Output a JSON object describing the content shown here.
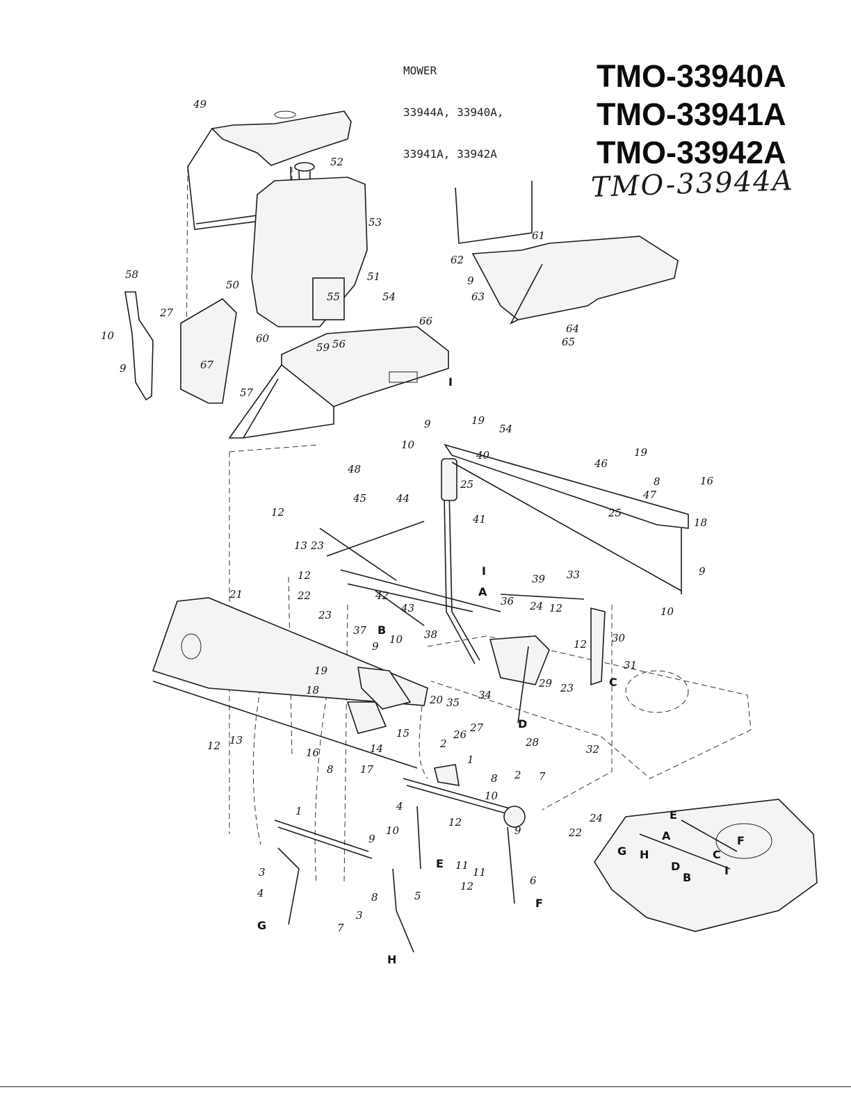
{
  "header": {
    "product": "MOWER",
    "model_lines": [
      "33944A, 33940A,",
      "33941A, 33942A"
    ]
  },
  "model_numbers": [
    "TMO-33940A",
    "TMO-33941A",
    "TMO-33942A"
  ],
  "handwritten_model": "TMO-33944A",
  "callouts": [
    {
      "id": "c49",
      "text": "49"
    },
    {
      "id": "c52",
      "text": "52"
    },
    {
      "id": "c53",
      "text": "53"
    },
    {
      "id": "c58",
      "text": "58"
    },
    {
      "id": "c50",
      "text": "50"
    },
    {
      "id": "c27a",
      "text": "27"
    },
    {
      "id": "c10a",
      "text": "10"
    },
    {
      "id": "c9a",
      "text": "9"
    },
    {
      "id": "c67",
      "text": "67"
    },
    {
      "id": "c51",
      "text": "51"
    },
    {
      "id": "c55",
      "text": "55"
    },
    {
      "id": "c54a",
      "text": "54"
    },
    {
      "id": "c66",
      "text": "66"
    },
    {
      "id": "c60",
      "text": "60"
    },
    {
      "id": "c59",
      "text": "59"
    },
    {
      "id": "c56",
      "text": "56"
    },
    {
      "id": "c57",
      "text": "57"
    },
    {
      "id": "c61",
      "text": "61"
    },
    {
      "id": "c62",
      "text": "62"
    },
    {
      "id": "c9b",
      "text": "9"
    },
    {
      "id": "c63",
      "text": "63"
    },
    {
      "id": "c64",
      "text": "64"
    },
    {
      "id": "c65",
      "text": "65"
    },
    {
      "id": "c19a",
      "text": "19"
    },
    {
      "id": "c54b",
      "text": "54"
    },
    {
      "id": "c9c",
      "text": "9"
    },
    {
      "id": "c10b",
      "text": "10"
    },
    {
      "id": "c25a",
      "text": "25"
    },
    {
      "id": "c40",
      "text": "40"
    },
    {
      "id": "c46",
      "text": "46"
    },
    {
      "id": "c19b",
      "text": "19"
    },
    {
      "id": "c8a",
      "text": "8"
    },
    {
      "id": "c16a",
      "text": "16"
    },
    {
      "id": "c47",
      "text": "47"
    },
    {
      "id": "c25b",
      "text": "25"
    },
    {
      "id": "c18a",
      "text": "18"
    },
    {
      "id": "c9d",
      "text": "9"
    },
    {
      "id": "c10c",
      "text": "10"
    },
    {
      "id": "c48",
      "text": "48"
    },
    {
      "id": "c45",
      "text": "45"
    },
    {
      "id": "c44",
      "text": "44"
    },
    {
      "id": "c12a",
      "text": "12"
    },
    {
      "id": "c41",
      "text": "41"
    },
    {
      "id": "c13a",
      "text": "13"
    },
    {
      "id": "c23a",
      "text": "23"
    },
    {
      "id": "c12b",
      "text": "12"
    },
    {
      "id": "c42",
      "text": "42"
    },
    {
      "id": "c22a",
      "text": "22"
    },
    {
      "id": "c23b",
      "text": "23"
    },
    {
      "id": "c43",
      "text": "43"
    },
    {
      "id": "c39",
      "text": "39"
    },
    {
      "id": "c33",
      "text": "33"
    },
    {
      "id": "c36",
      "text": "36"
    },
    {
      "id": "c24a",
      "text": "24"
    },
    {
      "id": "c12c",
      "text": "12"
    },
    {
      "id": "c21",
      "text": "21"
    },
    {
      "id": "c37",
      "text": "37"
    },
    {
      "id": "c38",
      "text": "38"
    },
    {
      "id": "c10d",
      "text": "10"
    },
    {
      "id": "c9e",
      "text": "9"
    },
    {
      "id": "c30",
      "text": "30"
    },
    {
      "id": "c12d",
      "text": "12"
    },
    {
      "id": "c31",
      "text": "31"
    },
    {
      "id": "c19c",
      "text": "19"
    },
    {
      "id": "c20",
      "text": "20"
    },
    {
      "id": "c35",
      "text": "35"
    },
    {
      "id": "c34",
      "text": "34"
    },
    {
      "id": "c29",
      "text": "29"
    },
    {
      "id": "c23c",
      "text": "23"
    },
    {
      "id": "c18b",
      "text": "18"
    },
    {
      "id": "c15",
      "text": "15"
    },
    {
      "id": "c26",
      "text": "26"
    },
    {
      "id": "c27b",
      "text": "27"
    },
    {
      "id": "c28",
      "text": "28"
    },
    {
      "id": "c32",
      "text": "32"
    },
    {
      "id": "c12e",
      "text": "12"
    },
    {
      "id": "c13b",
      "text": "13"
    },
    {
      "id": "c16b",
      "text": "16"
    },
    {
      "id": "c14",
      "text": "14"
    },
    {
      "id": "c8b",
      "text": "8"
    },
    {
      "id": "c17",
      "text": "17"
    },
    {
      "id": "c2a",
      "text": "2"
    },
    {
      "id": "c1a",
      "text": "1"
    },
    {
      "id": "c8c",
      "text": "8"
    },
    {
      "id": "c2b",
      "text": "2"
    },
    {
      "id": "c7a",
      "text": "7"
    },
    {
      "id": "c10e",
      "text": "10"
    },
    {
      "id": "c4a",
      "text": "4"
    },
    {
      "id": "c12f",
      "text": "12"
    },
    {
      "id": "c9f",
      "text": "9"
    },
    {
      "id": "c11a",
      "text": "11"
    },
    {
      "id": "c11b",
      "text": "11"
    },
    {
      "id": "c12g",
      "text": "12"
    },
    {
      "id": "c6",
      "text": "6"
    },
    {
      "id": "c1b",
      "text": "1"
    },
    {
      "id": "c9g",
      "text": "9"
    },
    {
      "id": "c10f",
      "text": "10"
    },
    {
      "id": "c3a",
      "text": "3"
    },
    {
      "id": "c4b",
      "text": "4"
    },
    {
      "id": "c8d",
      "text": "8"
    },
    {
      "id": "c3b",
      "text": "3"
    },
    {
      "id": "c7b",
      "text": "7"
    },
    {
      "id": "c5",
      "text": "5"
    },
    {
      "id": "c22b",
      "text": "22"
    },
    {
      "id": "c24b",
      "text": "24"
    }
  ],
  "reference_letters": [
    {
      "id": "lI1",
      "text": "I"
    },
    {
      "id": "lI2",
      "text": "I"
    },
    {
      "id": "lA1",
      "text": "A"
    },
    {
      "id": "lB1",
      "text": "B"
    },
    {
      "id": "lC1",
      "text": "C"
    },
    {
      "id": "lD1",
      "text": "D"
    },
    {
      "id": "lE1",
      "text": "E"
    },
    {
      "id": "lF1",
      "text": "F"
    },
    {
      "id": "lG1",
      "text": "G"
    },
    {
      "id": "lH1",
      "text": "H"
    },
    {
      "id": "lE2",
      "text": "E"
    },
    {
      "id": "lA2",
      "text": "A"
    },
    {
      "id": "lG2",
      "text": "G"
    },
    {
      "id": "lH2",
      "text": "H"
    },
    {
      "id": "lC2",
      "text": "C"
    },
    {
      "id": "lD2",
      "text": "D"
    },
    {
      "id": "lB2",
      "text": "B"
    },
    {
      "id": "lF2",
      "text": "F"
    },
    {
      "id": "lI3",
      "text": "I"
    }
  ]
}
